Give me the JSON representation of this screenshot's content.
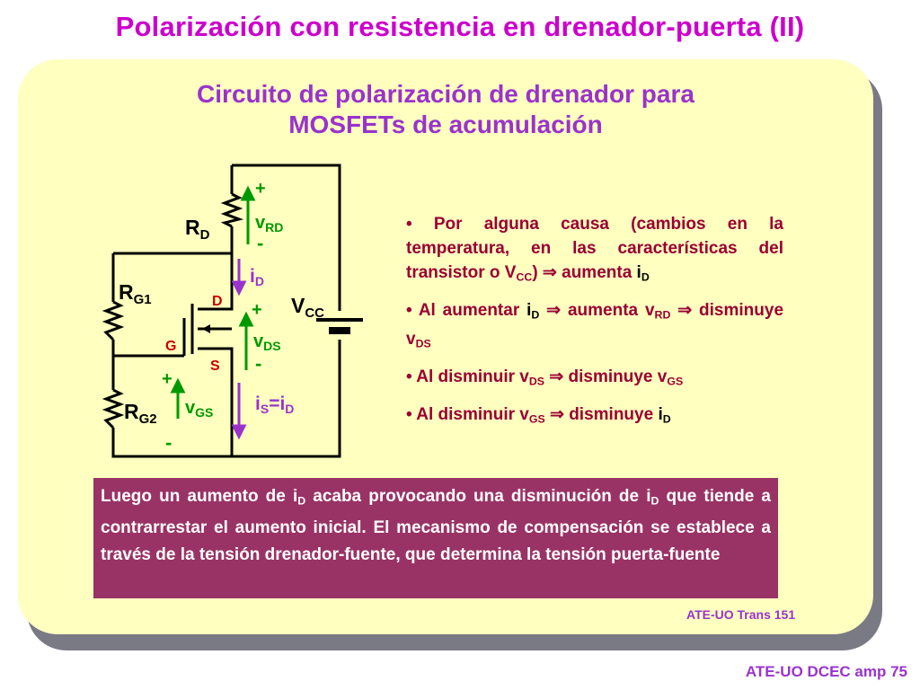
{
  "title": "Polarización con resistencia en drenador-puerta (II)",
  "card_title_line1": "Circuito de polarización de drenador para",
  "card_title_line2": "MOSFETs de acumulación",
  "circuit": {
    "rd": "R",
    "rd_sub": "D",
    "rg1": "R",
    "rg1_sub": "G1",
    "rg2": "R",
    "rg2_sub": "G2",
    "vcc": "V",
    "vcc_sub": "CC",
    "vrd": "v",
    "vrd_sub": "RD",
    "vds": "v",
    "vds_sub": "DS",
    "vgs": "v",
    "vgs_sub": "GS",
    "id": "i",
    "id_sub": "D",
    "is": "i",
    "is_sub": "S",
    "is_eq": "=i",
    "is_eq_sub": "D",
    "pin_d": "D",
    "pin_g": "G",
    "pin_s": "S",
    "plus": "+",
    "minus": "-"
  },
  "bullets": {
    "b1_a": "• Por alguna causa (cambios en la temperatura, en las características del transistor o V",
    "b1_sub_cc": "CC",
    "b1_b": ") ⇒ aumenta ",
    "b1_i": "i",
    "b1_sub_d": "D",
    "b2_a": "• Al aumentar ",
    "b2_i": "i",
    "b2_sub_d": "D",
    "b2_b": " ⇒ aumenta ",
    "b2_v": "v",
    "b2_sub_rd": "RD",
    "b2_c": " ⇒ disminuye ",
    "b2_v2": "v",
    "b2_sub_ds": "DS",
    "b3_a": "• Al disminuir ",
    "b3_v": "v",
    "b3_sub_ds": "DS",
    "b3_b": " ⇒ disminuye ",
    "b3_v2": "v",
    "b3_sub_gs": "GS",
    "b4_a": "• Al disminuir ",
    "b4_v": "v",
    "b4_sub_gs": "GS",
    "b4_b": " ⇒ disminuye ",
    "b4_i": "i",
    "b4_sub_d": "D"
  },
  "note": {
    "p1": "Luego un aumento de i",
    "s1": "D",
    "p2": " acaba provocando una disminución de i",
    "s2": "D",
    "p3": " que tiende a contrarrestar el aumento inicial. El mecanismo de compensación se establece a través de la tensión drenador-fuente, que determina la tensión puerta-fuente"
  },
  "ref_inner": "ATE-UO Trans 151",
  "ref_outer": "ATE-UO DCEC amp 75",
  "colors": {
    "title": "#cc00cc",
    "card_title": "#9933cc",
    "bullet_text": "#990033",
    "note_bg": "#993366",
    "card_bg": "#ffffc0",
    "arrow_green": "#009900",
    "arrow_purple": "#9933cc",
    "pin_red": "#cc0000"
  }
}
